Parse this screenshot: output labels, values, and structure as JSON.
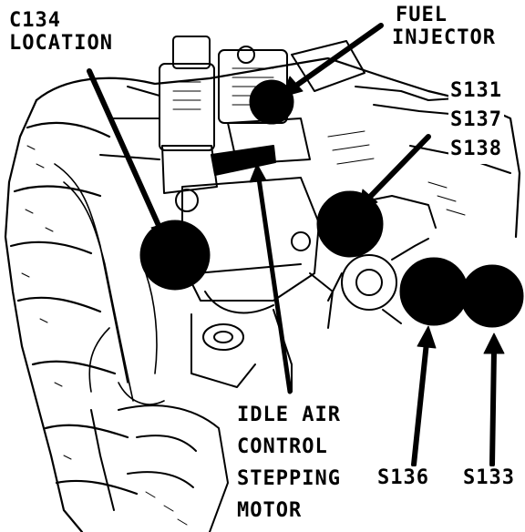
{
  "diagram": {
    "labels": {
      "c134": {
        "line1": "C134",
        "line2": "LOCATION"
      },
      "fuel_injector": {
        "line1": "FUEL",
        "line2": "INJECTOR"
      },
      "splices_upper": {
        "line1": "S131",
        "line2": "S137",
        "line3": "S138"
      },
      "idle_air": {
        "line1": "IDLE AIR",
        "line2": "CONTROL",
        "line3": "STEPPING",
        "line4": "MOTOR"
      },
      "s136": "S136",
      "s133": "S133"
    },
    "colors": {
      "ink": "#000000",
      "paper": "#ffffff"
    }
  }
}
